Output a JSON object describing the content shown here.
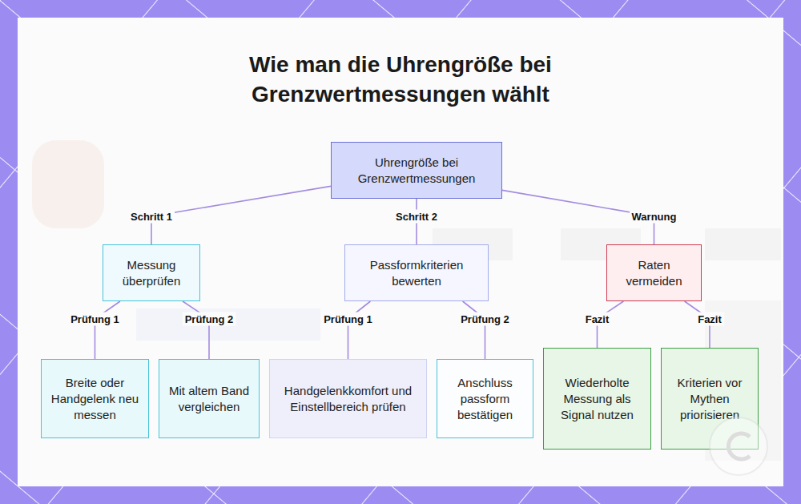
{
  "diagram": {
    "title": "Wie man die Uhrengröße bei Grenzwertmessungen wählt",
    "nodes": [
      {
        "text": [
          "Uhrengröße bei Grenzwertmessungen"
        ]
      },
      {
        "text": [
          "Messung überprüfen"
        ]
      },
      {
        "text": [
          "Passformkriterien bewerten"
        ]
      },
      {
        "text": [
          "Raten vermeiden"
        ]
      },
      {
        "text": [
          "Breite oder Handgelenk neu messen"
        ]
      },
      {
        "text": [
          "Mit altem Band vergleichen"
        ]
      },
      {
        "text": [
          "Handgelenkkomfort und Einstellbereich prüfen"
        ]
      },
      {
        "text": [
          "Anschluss passform bestätigen"
        ]
      },
      {
        "text": [
          "Wiederholte Messung als Signal nutzen"
        ]
      },
      {
        "text": [
          "Kriterien vor Mythen priorisieren"
        ]
      }
    ],
    "edges": [
      {
        "from": 0,
        "to": 1,
        "label": "Schritt 1",
        "arrow": "none"
      },
      {
        "from": 0,
        "to": 2,
        "label": "Schritt 2",
        "arrow": "none"
      },
      {
        "from": 0,
        "to": 3,
        "label": "Warnung",
        "arrow": "none"
      },
      {
        "from": 1,
        "to": 4,
        "label": "Prüfung 1",
        "arrow": "none"
      },
      {
        "from": 1,
        "to": 5,
        "label": "Prüfung 2",
        "arrow": "none"
      },
      {
        "from": 2,
        "to": 6,
        "label": "Prüfung 1",
        "arrow": "none"
      },
      {
        "from": 2,
        "to": 7,
        "label": "Prüfung 2",
        "arrow": "none"
      },
      {
        "from": 3,
        "to": 8,
        "label": "Fazit",
        "arrow": "none"
      },
      {
        "from": 3,
        "to": 9,
        "label": "Fazit",
        "arrow": "none"
      }
    ]
  }
}
